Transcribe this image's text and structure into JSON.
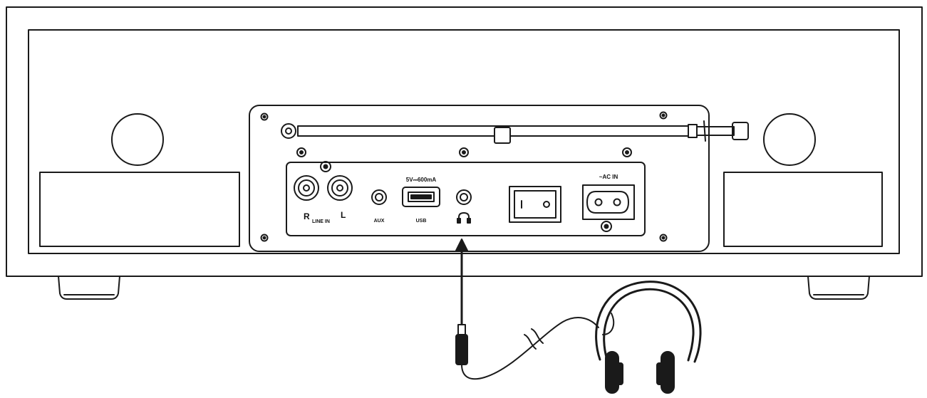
{
  "labels": {
    "usb_rating": "5V⎓600mA",
    "ac_in": "~AC IN",
    "line_in": "LINE IN",
    "right": "R",
    "left": "L",
    "aux": "AUX",
    "usb": "USB"
  },
  "icons": {
    "headphone_port": "headphone-icon",
    "headphones": "headphones-icon",
    "cable_break": "cable-break-icon"
  },
  "colors": {
    "line": "#1a1a1a",
    "background": "#ffffff"
  }
}
